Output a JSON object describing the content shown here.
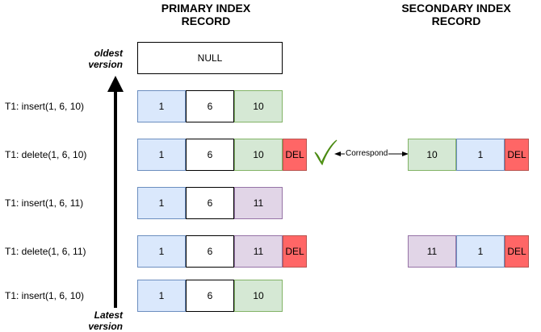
{
  "headers": {
    "primary": [
      "PRIMARY INDEX",
      "RECORD"
    ],
    "secondary": [
      "SECONDARY INDEX",
      "RECORD"
    ]
  },
  "axis": {
    "top": [
      "oldest",
      "version"
    ],
    "bottom": [
      "Latest",
      "version"
    ]
  },
  "null_record": "NULL",
  "rows": [
    {
      "label": "T1: insert(1, 6, 10)",
      "cells": [
        "1",
        "6",
        "10"
      ],
      "third_color": "green",
      "del": null
    },
    {
      "label": "T1: delete(1, 6, 10)",
      "cells": [
        "1",
        "6",
        "10"
      ],
      "third_color": "green",
      "del": "DEL"
    },
    {
      "label": "T1: insert(1, 6, 11)",
      "cells": [
        "1",
        "6",
        "11"
      ],
      "third_color": "purple",
      "del": null
    },
    {
      "label": "T1: delete(1, 6, 11)",
      "cells": [
        "1",
        "6",
        "11"
      ],
      "third_color": "purple",
      "del": "DEL"
    },
    {
      "label": "T1: insert(1, 6, 10)",
      "cells": [
        "1",
        "6",
        "10"
      ],
      "third_color": "green",
      "del": null
    }
  ],
  "secondary_rows": [
    {
      "cells": [
        "10",
        "1"
      ],
      "first_color": "green",
      "del": "DEL"
    },
    {
      "cells": [
        "11",
        "1"
      ],
      "first_color": "purple",
      "del": "DEL"
    }
  ],
  "correspond_label": "Correspond",
  "icons": {
    "check": "check-icon",
    "arrow": "arrow-up-icon"
  },
  "colors": {
    "blue": "#dae8fc",
    "green": "#d5e8d4",
    "purple": "#e1d5e7",
    "red": "#ff6666",
    "check": "#7ed321"
  }
}
